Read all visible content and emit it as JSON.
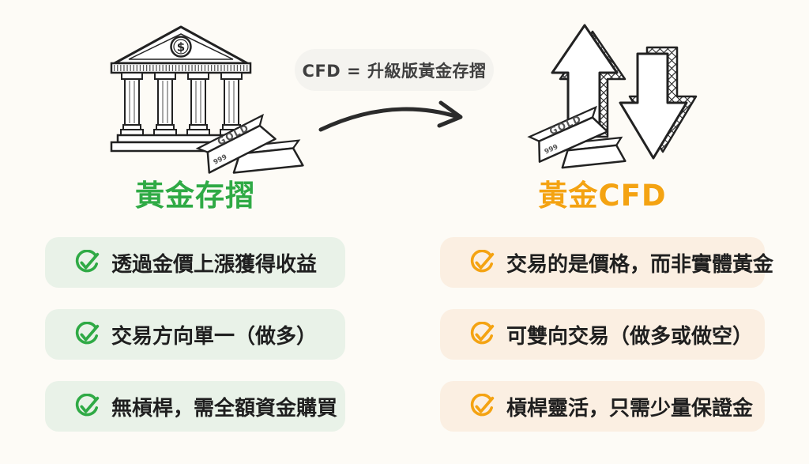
{
  "colors": {
    "page_bg": "#fdfbf6",
    "green": "#2faa45",
    "green_box_bg": "#e9f2e8",
    "orange": "#f4a312",
    "orange_box_bg": "#fbefe2",
    "text": "#1f1f1f",
    "banner_bg": "#f4f3ef",
    "banner_text": "#3f3f3f",
    "ink": "#222222"
  },
  "banner": {
    "label": "CFD = 升級版黃金存摺"
  },
  "left": {
    "title": "黃金存摺",
    "items": [
      {
        "label": "透過金價上漲獲得收益"
      },
      {
        "label": "交易方向單一（做多）"
      },
      {
        "label": "無槓桿，需全額資金購買"
      }
    ],
    "illustration": {
      "dollar_sign": "$",
      "gold_label": "GOLD",
      "purity_label": "999"
    }
  },
  "right": {
    "title": "黃金CFD",
    "items": [
      {
        "label": "交易的是價格，而非實體黃金"
      },
      {
        "label": "可雙向交易（做多或做空）"
      },
      {
        "label": "槓桿靈活，只需少量保證金"
      }
    ],
    "illustration": {
      "gold_label": "GOLD",
      "purity_label": "999"
    }
  }
}
